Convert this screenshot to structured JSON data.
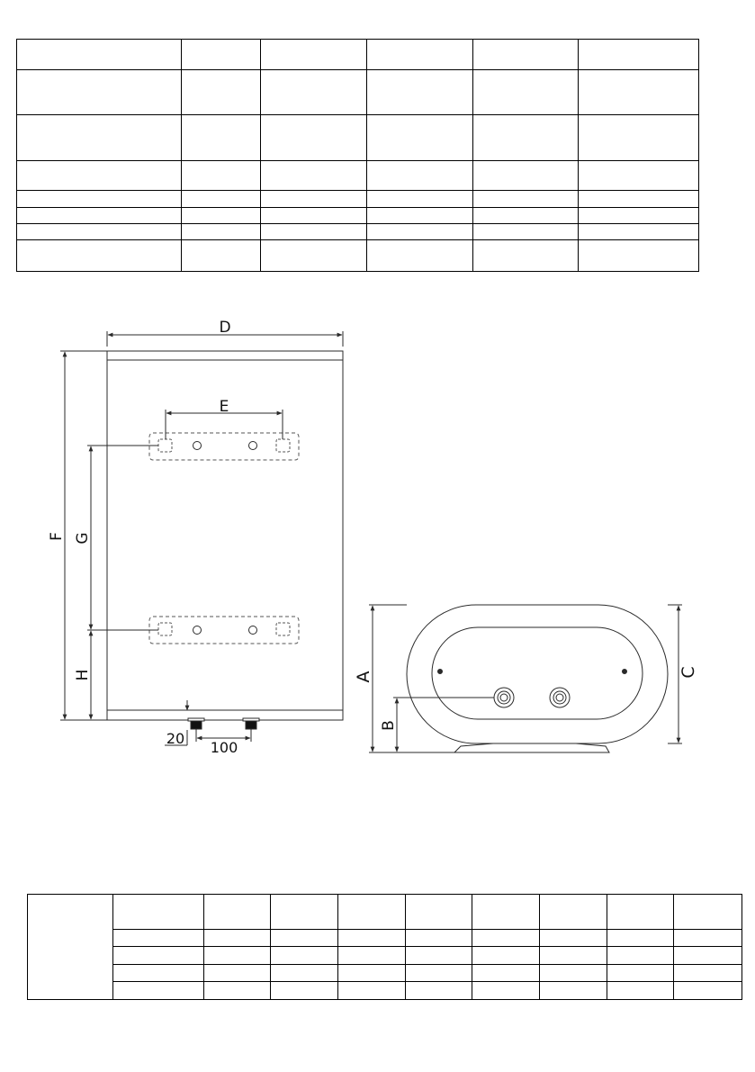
{
  "labels": {
    "D": "D",
    "E": "E",
    "F": "F",
    "G": "G",
    "H": "H",
    "A": "A",
    "B": "B",
    "C": "C",
    "dim_20": "20",
    "dim_100": "100"
  },
  "colors": {
    "line": "#2a2a2a",
    "dash": "#555555"
  },
  "spec_table": {
    "columns": 6,
    "rows": 8
  },
  "dimension_table": {
    "columns": 10,
    "rows": 5
  }
}
